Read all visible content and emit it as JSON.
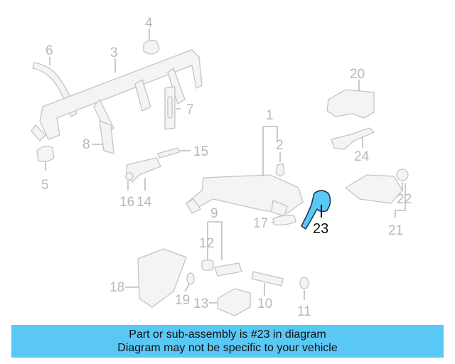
{
  "highlight_color": "#5ac8f5",
  "callouts": {
    "c1": "1",
    "c2": "2",
    "c3": "3",
    "c4": "4",
    "c5": "5",
    "c6": "6",
    "c7": "7",
    "c8": "8",
    "c9": "9",
    "c10": "10",
    "c11": "11",
    "c12": "12",
    "c13": "13",
    "c14": "14",
    "c15": "15",
    "c16": "16",
    "c17": "17",
    "c18": "18",
    "c19": "19",
    "c20": "20",
    "c21": "21",
    "c22": "22",
    "c23": "23",
    "c24": "24"
  },
  "banner": {
    "line1": "Part or sub-assembly is #23 in diagram",
    "line2": "Diagram may not be specific to your vehicle"
  }
}
